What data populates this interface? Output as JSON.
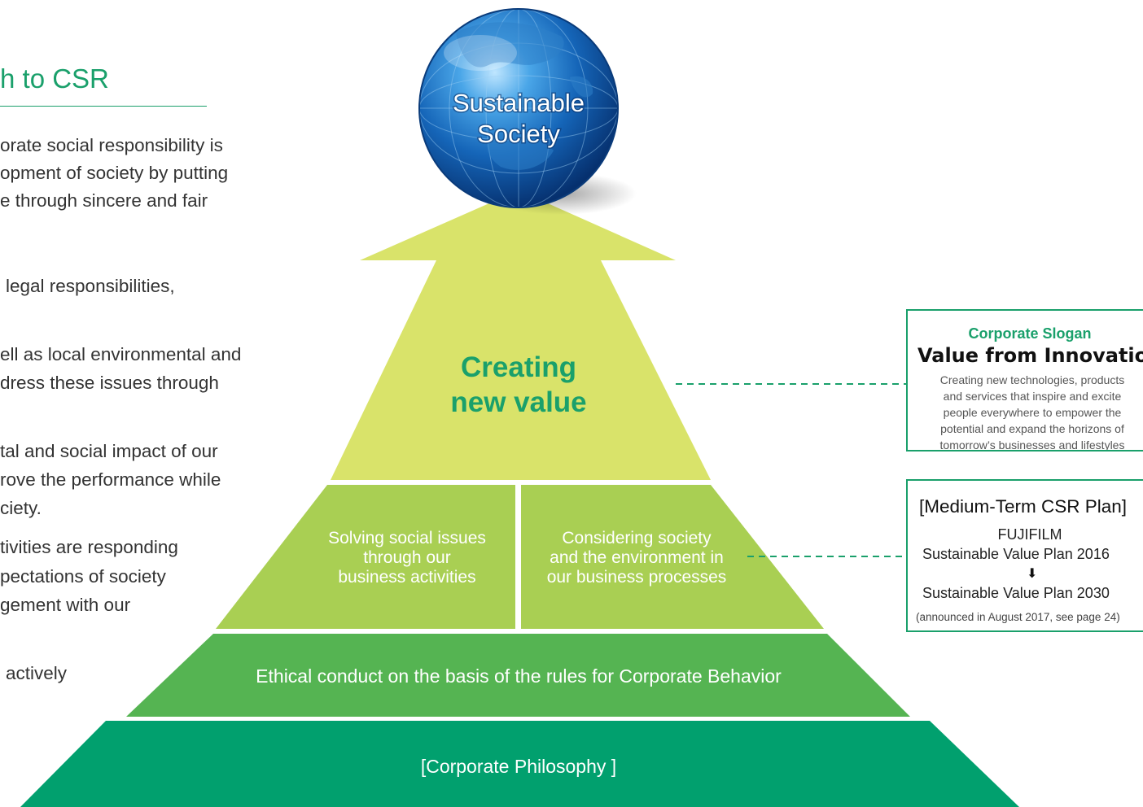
{
  "left_text": {
    "heading": "h to CSR",
    "lines": [
      "orate social responsibility is",
      "opment of society by putting",
      "e through sincere and fair",
      "legal responsibilities,",
      "ell as local environmental and",
      "dress these issues through",
      "tal and social impact of our",
      "rove the performance while",
      "ciety.",
      "tivities are responding",
      "pectations of society",
      "gement with our",
      "actively"
    ]
  },
  "diagram": {
    "globe_label_line1": "Sustainable",
    "globe_label_line2": "Society",
    "arrow_label_line1": "Creating",
    "arrow_label_line2": "new value",
    "left_block": [
      "Solving social issues",
      "through our",
      "business activities"
    ],
    "right_block": [
      "Considering society",
      "and the environment in",
      "our business processes"
    ],
    "ethics_band": "Ethical conduct on the basis of the rules for Corporate Behavior",
    "philosophy_band": "[Corporate Philosophy ]"
  },
  "slogan": {
    "label": "Corporate Slogan",
    "title": "Value from Innovation",
    "desc": [
      "Creating new technologies, products",
      "and services that inspire and excite",
      "people everywhere to empower the",
      "potential and expand the horizons of",
      "tomorrow’s businesses and lifestyles"
    ]
  },
  "plan": {
    "title": "[Medium-Term CSR Plan]",
    "line1": "FUJIFILM",
    "line2": "Sustainable Value Plan 2016",
    "arrow": "⬇",
    "line3": "Sustainable Value Plan 2030",
    "note": "(announced in August 2017, see page 24)"
  },
  "colors": {
    "brand_green": "#1aa06b",
    "arrow_light": "#d9e36a",
    "middle_green": "#a9cf53",
    "ethics_green": "#55b452",
    "base_green": "#01a06e"
  }
}
